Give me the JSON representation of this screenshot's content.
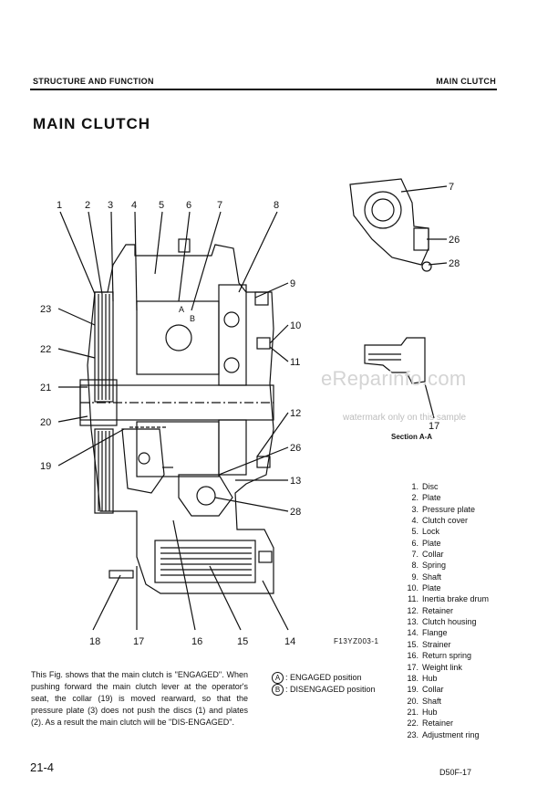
{
  "header": {
    "left": "STRUCTURE AND FUNCTION",
    "right": "MAIN CLUTCH"
  },
  "title": "MAIN CLUTCH",
  "figure": {
    "callouts_top": [
      "1",
      "2",
      "3",
      "4",
      "5",
      "6",
      "7",
      "8"
    ],
    "callouts_left": [
      "23",
      "22",
      "21",
      "20",
      "19"
    ],
    "callouts_right": [
      "9",
      "10",
      "11",
      "12",
      "26",
      "13",
      "28"
    ],
    "callouts_bottom": [
      "18",
      "17",
      "16",
      "15",
      "14"
    ],
    "section_callouts": [
      "7",
      "26",
      "28"
    ],
    "section_bottom_callout": "17",
    "section_label": "Section A-A",
    "figure_id": "F13YZ003-1",
    "marker_a": "A",
    "marker_b": "B"
  },
  "watermark": {
    "main": "eReparinfo.com",
    "sub": "watermark only on this sample"
  },
  "legend": [
    {
      "num": "1.",
      "label": "Disc"
    },
    {
      "num": "2.",
      "label": "Plate"
    },
    {
      "num": "3.",
      "label": "Pressure plate"
    },
    {
      "num": "4.",
      "label": "Clutch cover"
    },
    {
      "num": "5.",
      "label": "Lock"
    },
    {
      "num": "6.",
      "label": "Plate"
    },
    {
      "num": "7.",
      "label": "Collar"
    },
    {
      "num": "8.",
      "label": "Spring"
    },
    {
      "num": "9.",
      "label": "Shaft"
    },
    {
      "num": "10.",
      "label": "Plate"
    },
    {
      "num": "11.",
      "label": "Inertia brake drum"
    },
    {
      "num": "12.",
      "label": "Retainer"
    },
    {
      "num": "13.",
      "label": "Clutch housing"
    },
    {
      "num": "14.",
      "label": "Flange"
    },
    {
      "num": "15.",
      "label": "Strainer"
    },
    {
      "num": "16.",
      "label": "Return spring"
    },
    {
      "num": "17.",
      "label": "Weight link"
    },
    {
      "num": "18.",
      "label": "Hub"
    },
    {
      "num": "19.",
      "label": "Collar"
    },
    {
      "num": "20.",
      "label": "Shaft"
    },
    {
      "num": "21.",
      "label": "Hub"
    },
    {
      "num": "22.",
      "label": "Retainer"
    },
    {
      "num": "23.",
      "label": "Adjustment ring"
    }
  ],
  "caption": "This Fig. shows that the main clutch is \"ENGAGED\". When pushing forward the main clutch lever at the operator's seat, the collar (19) is moved rearward, so that the pressure plate (3) does not push the discs (1) and plates (2). As a result the main clutch will be \"DIS-ENGAGED\".",
  "positions": {
    "a_letter": "A",
    "a_text": ": ENGAGED position",
    "b_letter": "B",
    "b_text": ": DISENGAGED position"
  },
  "footer": {
    "page": "21-4",
    "model": "D50F-17"
  }
}
